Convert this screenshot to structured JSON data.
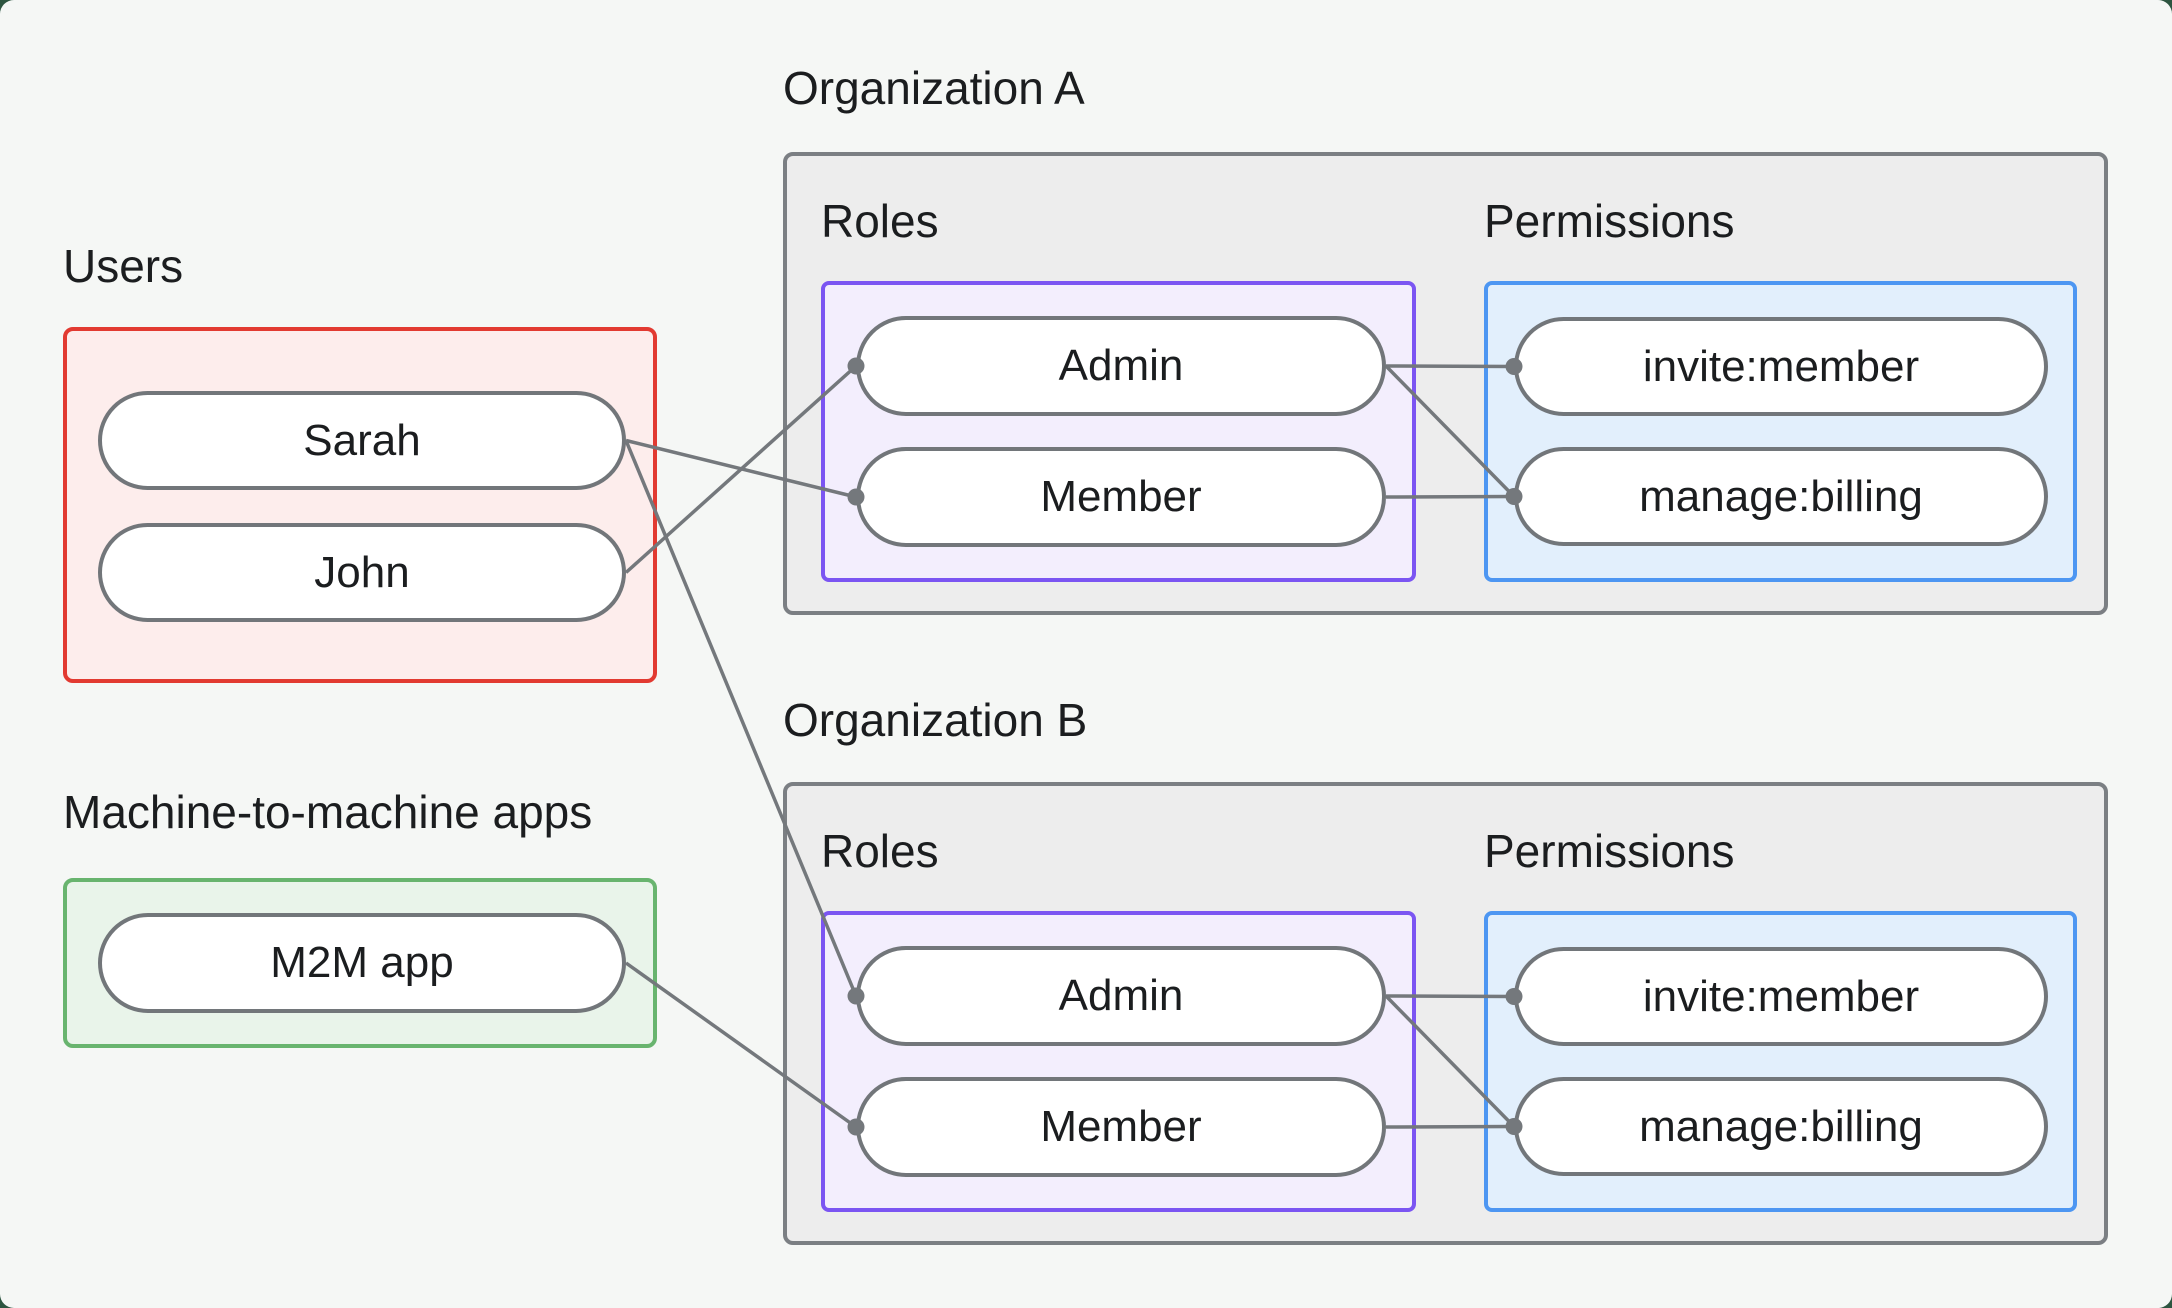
{
  "colors": {
    "outer": "#2d5540",
    "page": "#f5f7f5",
    "card": "#ededed",
    "cardborder": "#7b7f83",
    "pillborder": "#72767a",
    "line": "#74787c",
    "text": "#1b1d1f",
    "red": "#e23a31",
    "pink": "#fdedec",
    "green": "#68b46e",
    "lightgreen": "#e9f4ea",
    "purple": "#7b55f2",
    "lavender": "#f3eefd",
    "blue": "#4d96f2",
    "lightblue": "#e2effc"
  },
  "diagram": {
    "users_group": {
      "label": "Users",
      "nodes": [
        {
          "id": "sarah",
          "label": "Sarah"
        },
        {
          "id": "john",
          "label": "John"
        }
      ]
    },
    "m2m_group": {
      "label": "Machine-to-machine apps",
      "nodes": [
        {
          "id": "m2m-app",
          "label": "M2M app"
        }
      ]
    },
    "organizations": [
      {
        "id": "org-a",
        "label": "Organization A",
        "roles_label": "Roles",
        "permissions_label": "Permissions",
        "roles": [
          {
            "id": "org-a-admin",
            "label": "Admin"
          },
          {
            "id": "org-a-member",
            "label": "Member"
          }
        ],
        "permissions": [
          {
            "id": "org-a-invite",
            "label": "invite:member"
          },
          {
            "id": "org-a-manage",
            "label": "manage:billing"
          }
        ]
      },
      {
        "id": "org-b",
        "label": "Organization B",
        "roles_label": "Roles",
        "permissions_label": "Permissions",
        "roles": [
          {
            "id": "org-b-admin",
            "label": "Admin"
          },
          {
            "id": "org-b-member",
            "label": "Member"
          }
        ],
        "permissions": [
          {
            "id": "org-b-invite",
            "label": "invite:member"
          },
          {
            "id": "org-b-manage",
            "label": "manage:billing"
          }
        ]
      }
    ],
    "connections": [
      {
        "from": "sarah",
        "to": "org-a-member"
      },
      {
        "from": "john",
        "to": "org-a-admin"
      },
      {
        "from": "sarah",
        "to": "org-b-admin"
      },
      {
        "from": "m2m-app",
        "to": "org-b-member"
      },
      {
        "from": "org-a-admin",
        "to": "org-a-invite"
      },
      {
        "from": "org-a-admin",
        "to": "org-a-manage"
      },
      {
        "from": "org-a-member",
        "to": "org-a-manage"
      },
      {
        "from": "org-b-admin",
        "to": "org-b-invite"
      },
      {
        "from": "org-b-admin",
        "to": "org-b-manage"
      },
      {
        "from": "org-b-member",
        "to": "org-b-manage"
      }
    ]
  }
}
